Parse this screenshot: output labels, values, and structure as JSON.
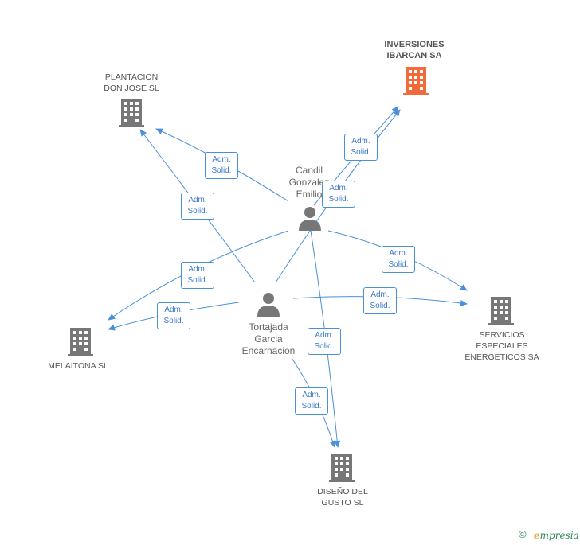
{
  "nodes": {
    "inversiones": {
      "label": "INVERSIONES\nIBARCAN SA",
      "color": "#f26b3a"
    },
    "plantacion": {
      "label": "PLANTACION\nDON JOSE SL",
      "color": "#777777"
    },
    "servicios": {
      "label": "SERVICIOS\nESPECIALES\nENERGETICOS SA",
      "color": "#777777"
    },
    "melaitona": {
      "label": "MELAITONA SL",
      "color": "#777777"
    },
    "diseno": {
      "label": "DISEÑO DEL\nGUSTO SL",
      "color": "#777777"
    }
  },
  "persons": {
    "candil": {
      "label": "Candil\nGonzalez\nEmilio"
    },
    "tortajada": {
      "label": "Tortajada\nGarcia\nEncarnacion"
    }
  },
  "edge_label": "Adm.\nSolid.",
  "edge_color": "#4a90d9",
  "footer": {
    "copyright": "©",
    "brand_e": "e",
    "brand_rest": "mpresia"
  }
}
